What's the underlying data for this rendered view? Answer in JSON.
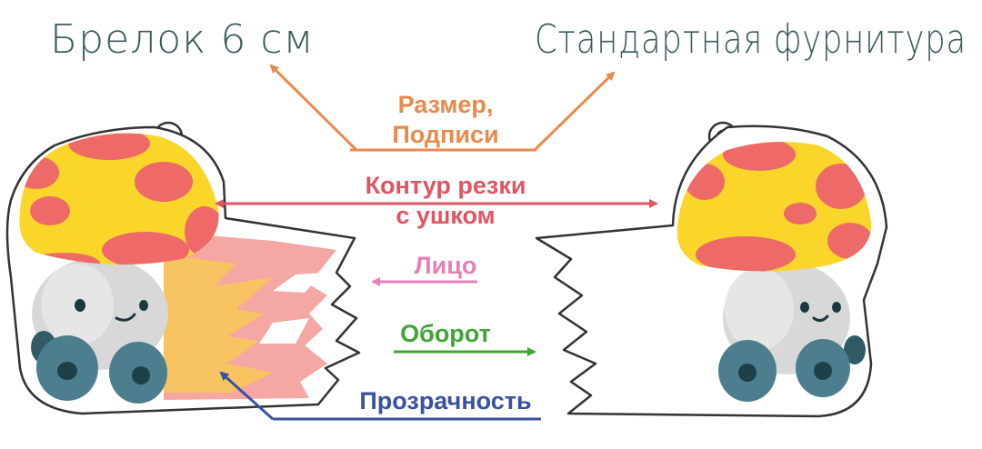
{
  "labels": {
    "keychain_size": "Брелок 6 см",
    "hardware": "Стандартная фурнитура",
    "size_captions_line1": "Размер,",
    "size_captions_line2": "Подписи",
    "cut_contour_line1": "Контур резки",
    "cut_contour_line2": "с ушком",
    "face": "Лицо",
    "back": "Оборот",
    "transparency": "Прозрачность"
  },
  "colors": {
    "ink": "#3c5a5c",
    "orange": "#e88a4c",
    "red": "#e05561",
    "pink": "#e680b8",
    "green": "#3fa535",
    "blue": "#3a52a0",
    "cap_yellow": "#fad62a",
    "cap_spots": "#ee6a68",
    "body_grey": "#d8d8d8",
    "wheel": "#4d7e8e",
    "tear_pink": "#f4a7a3",
    "tear_yellow": "#f7c85a"
  }
}
